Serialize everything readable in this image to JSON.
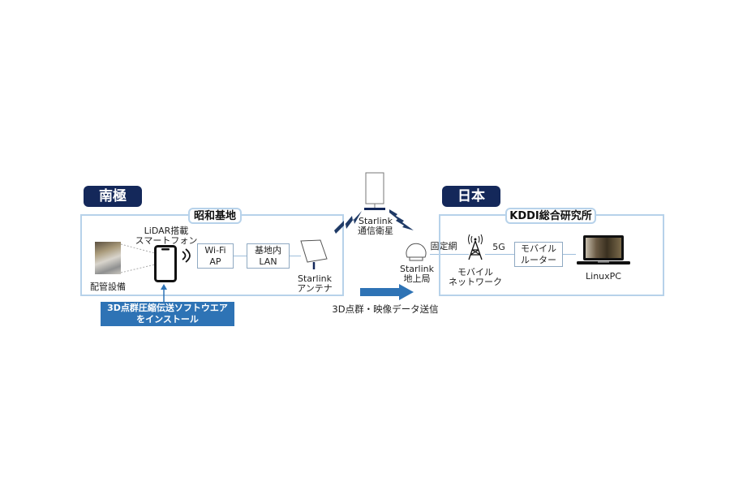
{
  "regions": {
    "antarctica": {
      "badge": "南極",
      "site": "昭和基地"
    },
    "japan": {
      "badge": "日本",
      "site": "KDDI総合研究所"
    }
  },
  "antarctica_nodes": {
    "piping": "配管設備",
    "smartphone_line1": "LiDAR搭載",
    "smartphone_line2": "スマートフォン",
    "wifi_line1": "Wi-Fi",
    "wifi_line2": "AP",
    "lan_line1": "基地内",
    "lan_line2": "LAN",
    "antenna_line1": "Starlink",
    "antenna_line2": "アンテナ",
    "install_line1": "3D点群圧縮伝送ソフトウエア",
    "install_line2": "をインストール"
  },
  "space": {
    "satellite_line1": "Starlink",
    "satellite_line2": "通信衛星",
    "ground_line1": "Starlink",
    "ground_line2": "地上局",
    "fixed_net": "固定網",
    "transfer_label": "3D点群・映像データ送信"
  },
  "japan_nodes": {
    "mobile_net_line1": "モバイル",
    "mobile_net_line2": "ネットワーク",
    "fiveg": "5G",
    "router_line1": "モバイル",
    "router_line2": "ルーター",
    "pc": "LinuxPC"
  },
  "colors": {
    "badge": "#14285a",
    "frame": "#b7d2ea",
    "install": "#2e73b5",
    "lightning": "#1f3a66"
  }
}
